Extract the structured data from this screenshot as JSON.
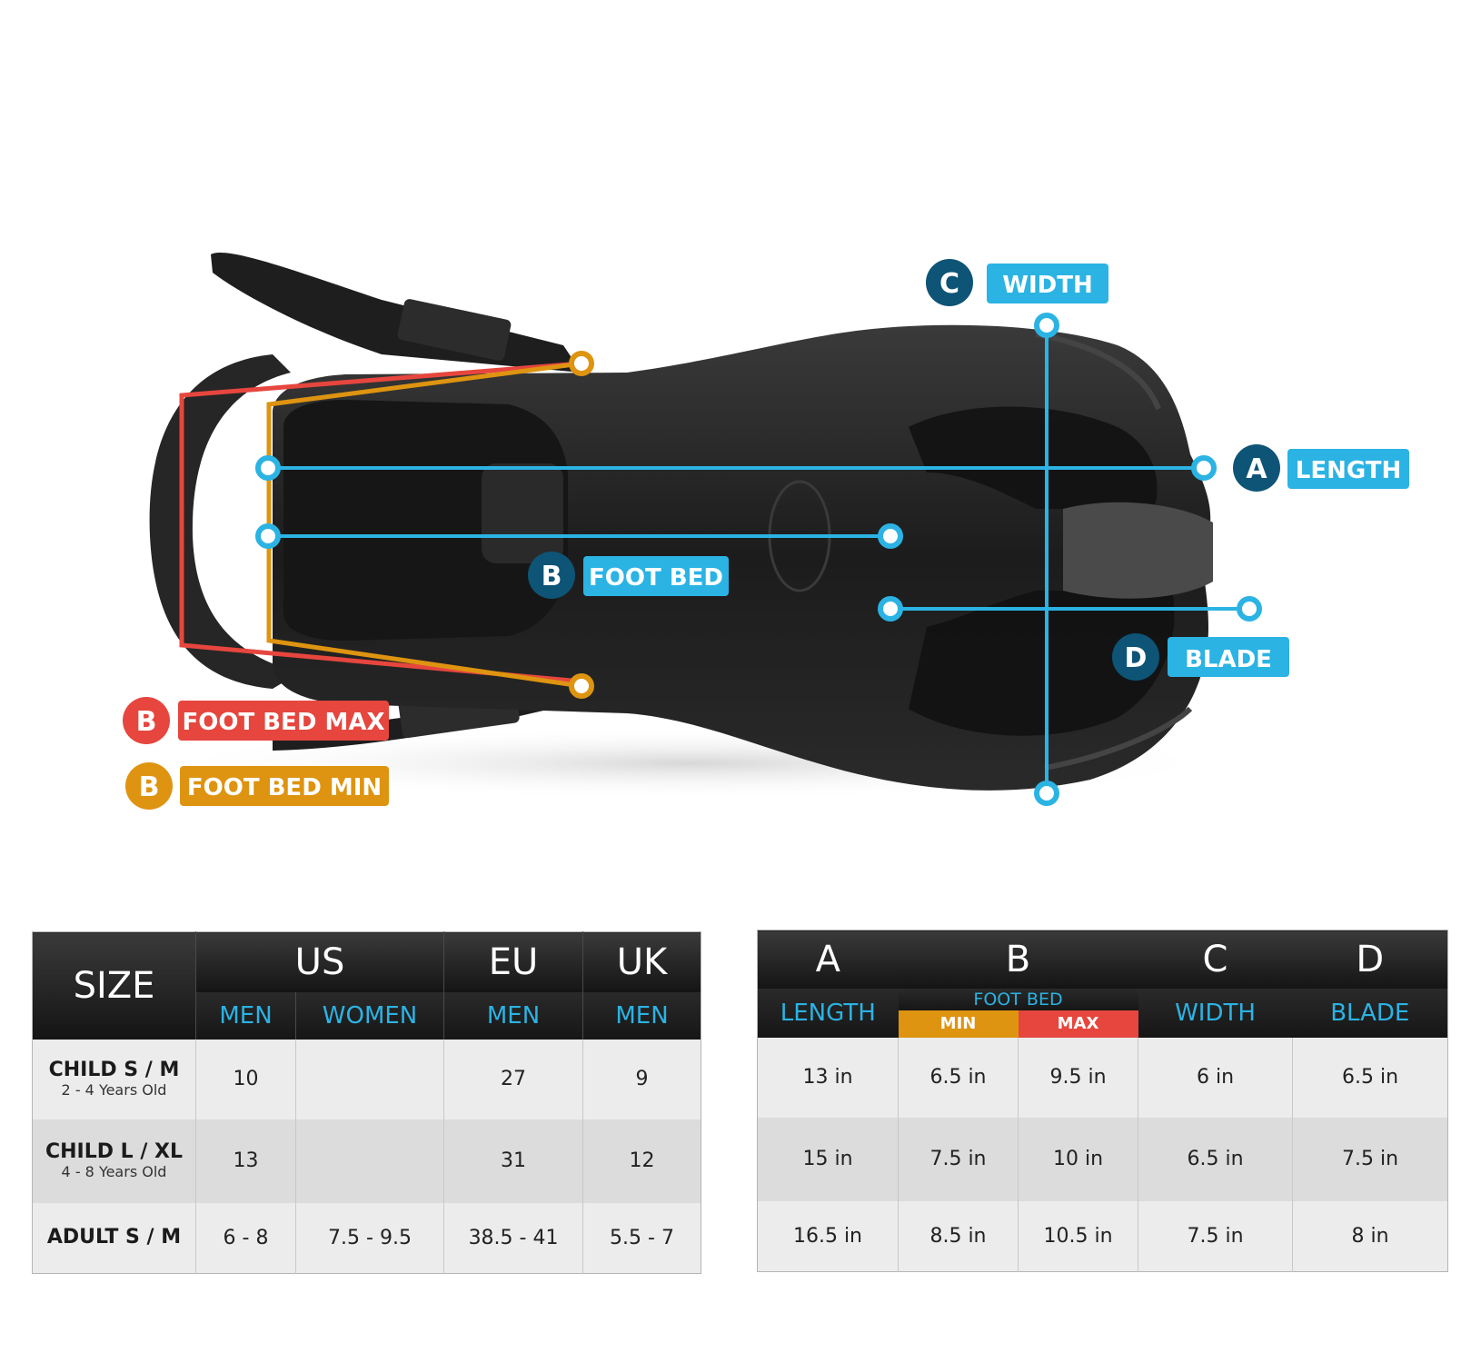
{
  "labels": {
    "width": {
      "letter": "C",
      "text": "WIDTH"
    },
    "length": {
      "letter": "A",
      "text": "LENGTH"
    },
    "foot_bed": {
      "letter": "B",
      "text": "FOOT BED"
    },
    "blade": {
      "letter": "D",
      "text": "BLADE"
    },
    "foot_bed_max": {
      "letter": "B",
      "text": "FOOT BED MAX"
    },
    "foot_bed_min": {
      "letter": "B",
      "text": "FOOT BED MIN"
    }
  },
  "colors": {
    "blue": "#2bb3e4",
    "navy": "#0e5476",
    "red": "#e6463e",
    "orange": "#de9410"
  },
  "size_table": {
    "size_header": "SIZE",
    "us": "US",
    "eu": "EU",
    "uk": "UK",
    "men": "MEN",
    "women": "WOMEN",
    "rows": [
      {
        "name": "CHILD S / M",
        "age": "2 - 4 Years Old",
        "us_men": "10",
        "us_women": "",
        "eu_men": "27",
        "uk_men": "9"
      },
      {
        "name": "CHILD L / XL",
        "age": "4 - 8 Years Old",
        "us_men": "13",
        "us_women": "",
        "eu_men": "31",
        "uk_men": "12"
      },
      {
        "name": "ADULT S / M",
        "age": "",
        "us_men": "6 - 8",
        "us_women": "7.5 - 9.5",
        "eu_men": "38.5 - 41",
        "uk_men": "5.5 - 7"
      }
    ]
  },
  "dim_table": {
    "a_letter": "A",
    "a_label": "LENGTH",
    "b_letter": "B",
    "b_label": "FOOT BED",
    "b_min": "MIN",
    "b_max": "MAX",
    "c_letter": "C",
    "c_label": "WIDTH",
    "d_letter": "D",
    "d_label": "BLADE",
    "rows": [
      {
        "length": "13 in",
        "min": "6.5 in",
        "max": "9.5 in",
        "width": "6 in",
        "blade": "6.5 in"
      },
      {
        "length": "15 in",
        "min": "7.5 in",
        "max": "10 in",
        "width": "6.5 in",
        "blade": "7.5 in"
      },
      {
        "length": "16.5 in",
        "min": "8.5 in",
        "max": "10.5 in",
        "width": "7.5 in",
        "blade": "8 in"
      }
    ]
  }
}
